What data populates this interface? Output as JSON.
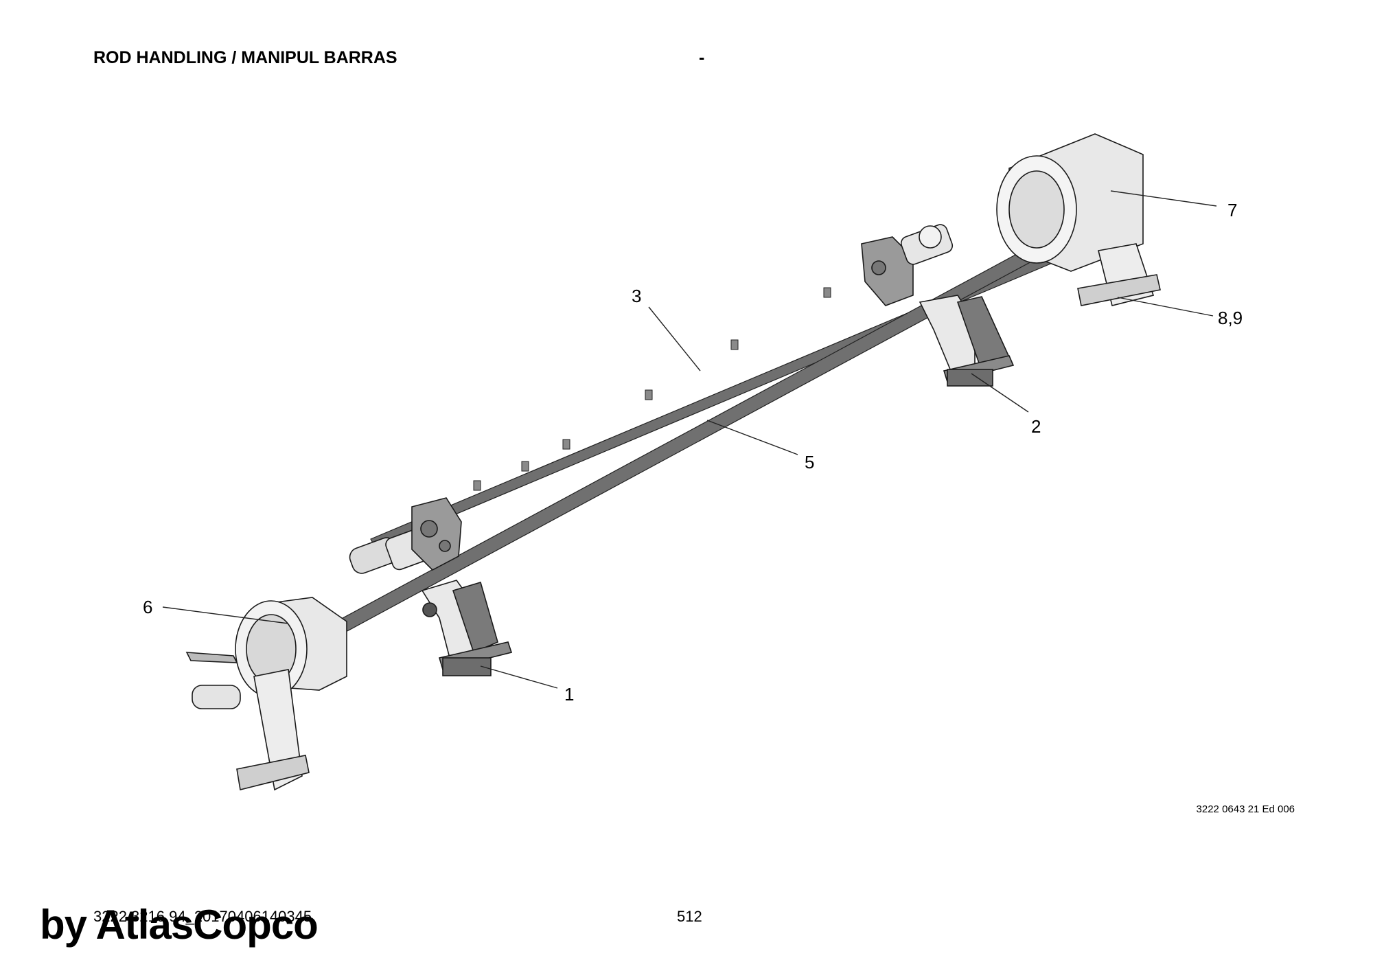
{
  "header": {
    "title": "ROD HANDLING / MANIPUL BARRAS",
    "dash": "-"
  },
  "drawing": {
    "reference": "3222 0643 21 Ed 006",
    "callouts": [
      {
        "id": "c1",
        "label": "1"
      },
      {
        "id": "c2",
        "label": "2"
      },
      {
        "id": "c3",
        "label": "3"
      },
      {
        "id": "c5",
        "label": "5"
      },
      {
        "id": "c6",
        "label": "6"
      },
      {
        "id": "c7",
        "label": "7"
      },
      {
        "id": "c89",
        "label": "8,9"
      }
    ]
  },
  "footer": {
    "doc_id": "3222 3216 94_20170406140345",
    "page_number": "512",
    "watermark": "by AtlasCopco"
  }
}
